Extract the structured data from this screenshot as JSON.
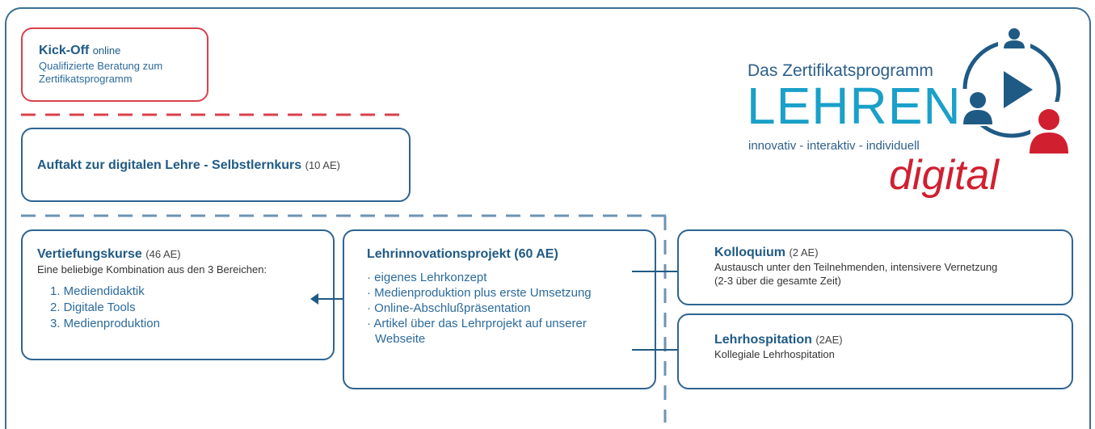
{
  "kickoff": {
    "title": "Kick-Off",
    "mode": "online",
    "line1": "Qualifizierte Beratung zum",
    "line2": "Zertifikatsprogramm"
  },
  "auftakt": {
    "title": "Auftakt zur digitalen Lehre - Selbstlernkurs",
    "units": "(10 AE)"
  },
  "vertiefung": {
    "title": "Vertiefungskurse",
    "units": "(46 AE)",
    "desc": "Eine beliebige Kombination aus den 3 Bereichen:",
    "areas": [
      "1. Mediendidaktik",
      "2. Digitale Tools",
      "3. Medienproduktion"
    ]
  },
  "projekt": {
    "title": "Lehrinnovationsprojekt (60 AE)",
    "items": [
      "eigenes Lehrkonzept",
      "Medienproduktion plus erste Umsetzung",
      "Online-Abschlußpräsentation",
      "Artikel über das Lehrprojekt auf unserer",
      "Webseite"
    ]
  },
  "kolloquium": {
    "title": "Kolloquium",
    "units": "(2 AE)",
    "line1": "Austausch unter den Teilnehmenden, intensivere Vernetzung",
    "line2": "(2-3 über die gesamte Zeit)"
  },
  "hospitation": {
    "title": "Lehrhospitation",
    "units": "(2AE)",
    "line1": "Kollegiale Lehrhospitation"
  },
  "logo": {
    "heading": "Das Zertifikatsprogramm",
    "big": "LEHREN",
    "tagline": "innovativ - interaktiv - individuell",
    "digital": "digital"
  },
  "colors": {
    "blue": "#1f5a85",
    "red": "#d02030",
    "cyan": "#1aa0c9",
    "dash_red": "#d9414c",
    "dash_blue": "#6d93b3"
  }
}
